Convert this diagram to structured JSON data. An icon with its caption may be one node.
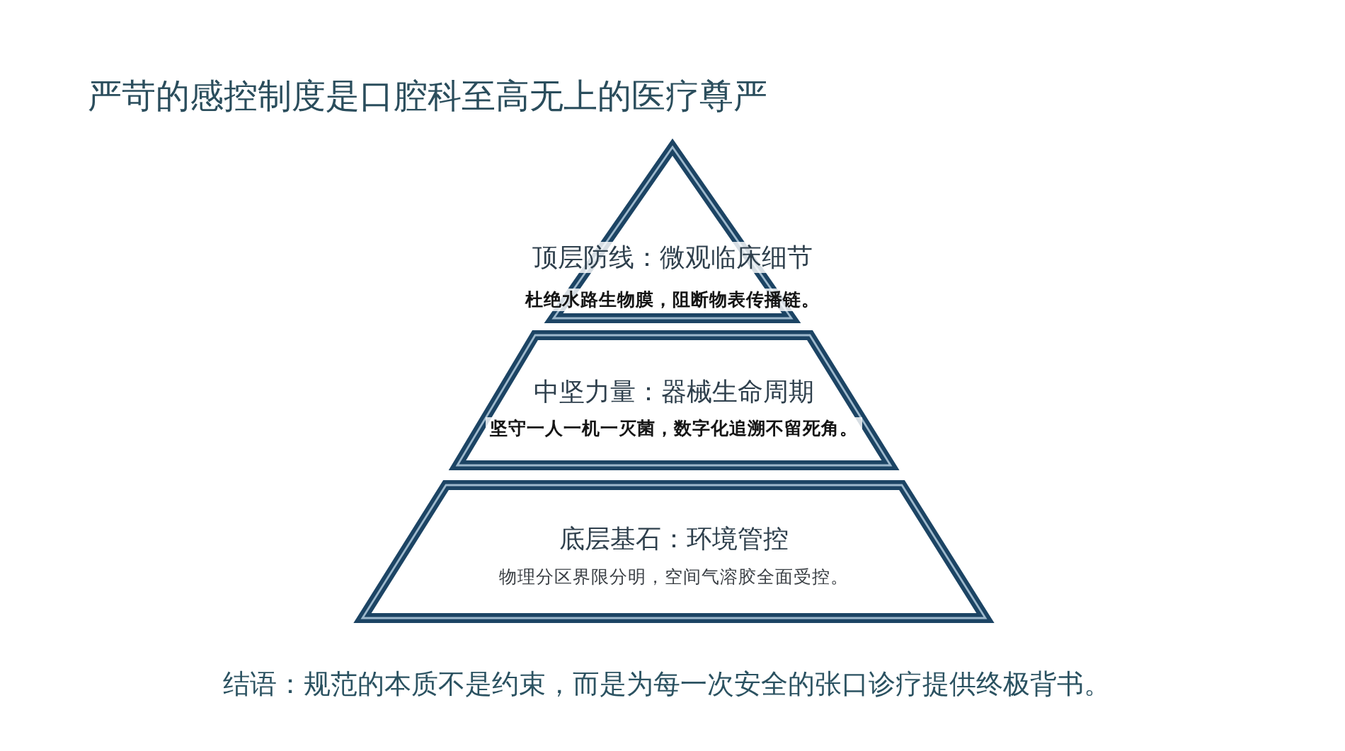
{
  "diagram": {
    "title": "严苛的感控制度是口腔科至高无上的医疗尊严",
    "caption": "结语：规范的本质不是约束，而是为每一次安全的张口诊疗提供终极背书。",
    "nodes": [
      {
        "text": [
          "顶层防线：微观临床细节",
          "杜绝水路生物膜，阻断物表传播链。"
        ]
      },
      {
        "text": [
          "中坚力量：器械生命周期",
          "坚守一人一机一灭菌，数字化追溯不留死角。"
        ]
      },
      {
        "text": [
          "底层基石：环境管控",
          "物理分区界限分明，空间气溶胶全面受控。"
        ]
      }
    ]
  }
}
